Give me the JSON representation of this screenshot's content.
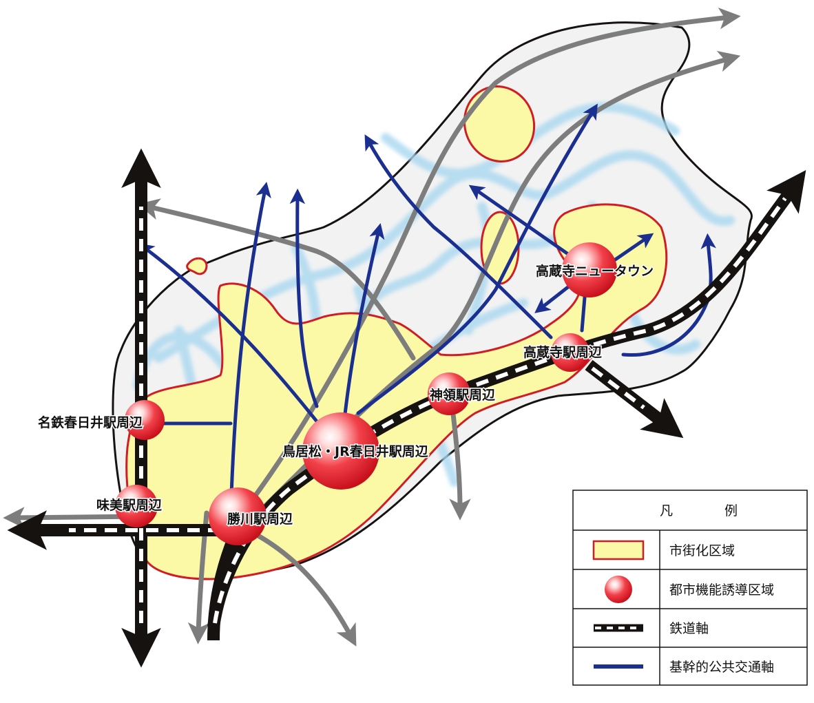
{
  "stations": [
    {
      "id": "takakuraji_newtown",
      "label": "高蔵寺ニュータウン"
    },
    {
      "id": "takakuraji_station",
      "label": "高蔵寺駅周辺"
    },
    {
      "id": "jinryo_station",
      "label": "神領駅周辺"
    },
    {
      "id": "toriimatsu_jr_kasugai",
      "label": "鳥居松・JR春日井駅周辺"
    },
    {
      "id": "meitetsu_kasugai",
      "label": "名鉄春日井駅周辺"
    },
    {
      "id": "ajiyoshi_station",
      "label": "味美駅周辺"
    },
    {
      "id": "kachigawa_station",
      "label": "勝川駅周辺"
    }
  ],
  "legend": {
    "title": "凡　例",
    "items": [
      {
        "symbol": "urbanization-area",
        "label": "市街化区域"
      },
      {
        "symbol": "urban-function-zone",
        "label": "都市機能誘導区域"
      },
      {
        "symbol": "railway-axis",
        "label": "鉄道軸"
      },
      {
        "symbol": "public-transport-axis",
        "label": "基幹的公共交通軸"
      }
    ]
  },
  "colors": {
    "urbanization_fill": "#fbf8a6",
    "urbanization_edge": "#d01c24",
    "station_red": "#e8202a",
    "transit_blue": "#1a2f8f",
    "glow_blue": "#a9d8f0",
    "road_grey": "#7d7d7d",
    "rail_black": "#161210",
    "city_fill": "#f2f2f2"
  }
}
